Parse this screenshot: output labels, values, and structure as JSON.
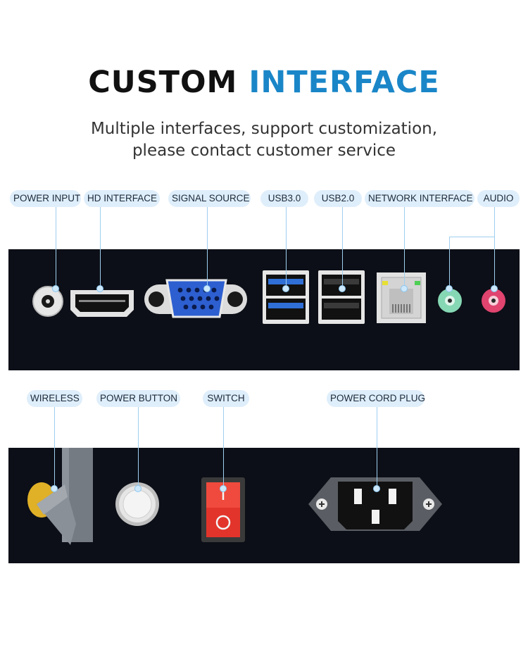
{
  "header": {
    "title_part1": "CUSTOM",
    "title_part2": "INTERFACE",
    "subtitle_line1": "Multiple interfaces, support customization,",
    "subtitle_line2": "please contact customer service"
  },
  "top_labels": {
    "power_input": "POWER INPUT",
    "hd_interface": "HD INTERFACE",
    "signal_source": "SIGNAL SOURCE",
    "usb30": "USB3.0",
    "usb20": "USB2.0",
    "network_interface": "NETWORK INTERFACE",
    "audio": "AUDIO"
  },
  "bottom_labels": {
    "wireless": "WIRELESS",
    "power_button": "POWER BUTTON",
    "switch": "SWITCH",
    "power_cord_plug": "POWER CORD PLUG"
  },
  "colors": {
    "title_accent": "#1a86c8",
    "panel": "#0c0f17",
    "label_bg": "#dfeefb",
    "connector_line": "#9fcff0",
    "usb3_blue": "#2f6fd6",
    "vga_blue": "#2d5fd0",
    "audio_green": "#86d8b4",
    "audio_pink": "#e0446f",
    "switch_red": "#e2342b"
  }
}
